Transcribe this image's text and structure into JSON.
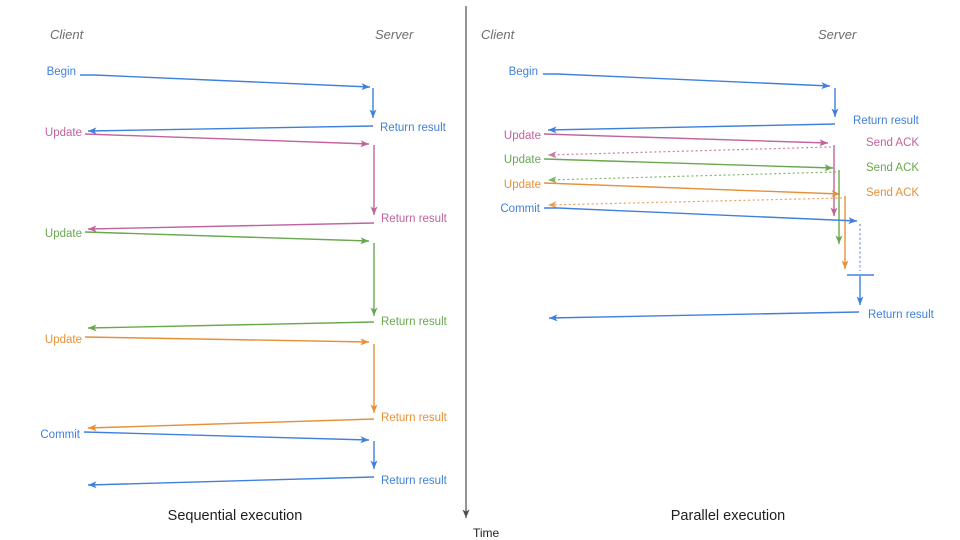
{
  "colors": {
    "blue": "#4080dd",
    "pink": "#c2639b",
    "green": "#6aa84f",
    "orange": "#e69138",
    "axis": "#4d4d4d",
    "heading": "#6e6e6e",
    "title": "#1f1f1f"
  },
  "time_axis": {
    "label": "Time"
  },
  "panels": [
    {
      "title": "Sequential execution",
      "client_label": "Client",
      "server_label": "Server",
      "messages": [
        {
          "label": "Begin",
          "response": "Return result"
        },
        {
          "label": "Update",
          "response": "Return result"
        },
        {
          "label": "Update",
          "response": "Return result"
        },
        {
          "label": "Update",
          "response": "Return result"
        },
        {
          "label": "Commit",
          "response": "Return result"
        }
      ]
    },
    {
      "title": "Parallel execution",
      "client_label": "Client",
      "server_label": "Server",
      "messages": [
        {
          "label": "Begin",
          "response": "Return result"
        },
        {
          "label": "Update",
          "response": "Send ACK"
        },
        {
          "label": "Update",
          "response": "Send ACK"
        },
        {
          "label": "Update",
          "response": "Send ACK"
        },
        {
          "label": "Commit",
          "response": "Return result"
        }
      ]
    }
  ]
}
